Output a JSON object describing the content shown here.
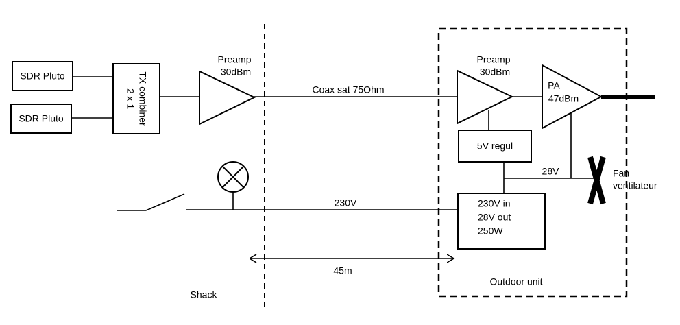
{
  "sources": {
    "sdr1": "SDR Pluto",
    "sdr2": "SDR Pluto"
  },
  "combiner": {
    "line1": "TX combiner",
    "line2": "2 x 1"
  },
  "preamp_shack": {
    "name": "Preamp",
    "gain": "30dBm"
  },
  "preamp_outdoor": {
    "name": "Preamp",
    "gain": "30dBm"
  },
  "pa": {
    "name": "PA",
    "gain": "47dBm"
  },
  "regulator": "5V regul",
  "psu": {
    "line1": "230V in",
    "line2": "28V out",
    "line3": "250W"
  },
  "fan": {
    "line1": "Fan",
    "line2": "ventilateur"
  },
  "links": {
    "coax": "Coax sat 75Ohm",
    "mains": "230V",
    "supply": "28V",
    "distance": "45m"
  },
  "areas": {
    "shack": "Shack",
    "outdoor": "Outdoor unit"
  },
  "icons": {
    "lamp": "lamp-icon",
    "switch": "switch-icon",
    "fan": "fan-icon"
  }
}
